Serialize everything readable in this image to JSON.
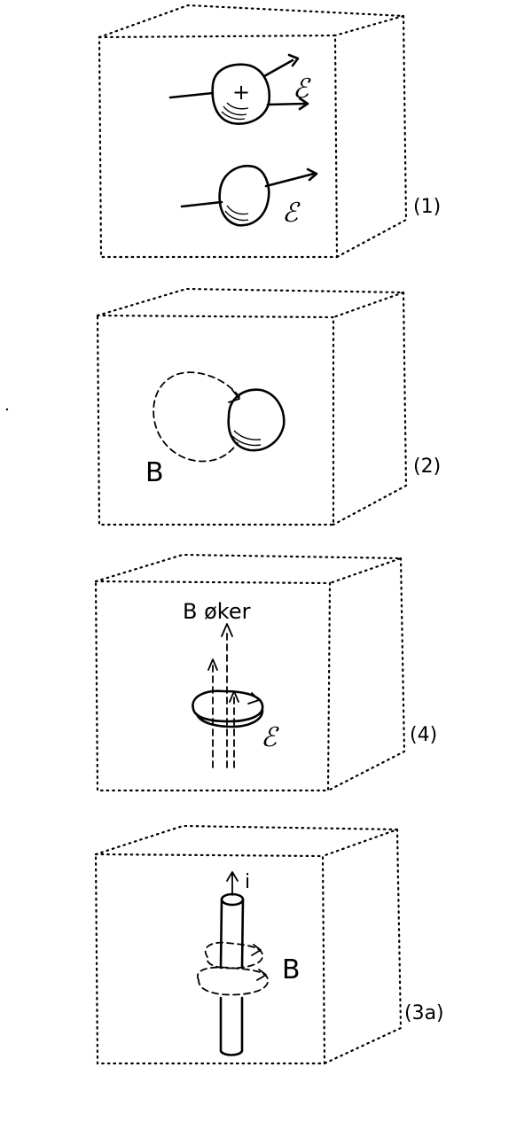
{
  "panels": [
    {
      "id": "1",
      "label": "(1)",
      "symbols": {
        "plus": "+",
        "eps_top": "ℰ",
        "eps_bottom": "ℰ"
      }
    },
    {
      "id": "2",
      "label": "(2)",
      "symbols": {
        "field": "B"
      }
    },
    {
      "id": "4",
      "label": "(4)",
      "symbols": {
        "field_text": "B øker",
        "eps": "ℰ"
      }
    },
    {
      "id": "3a",
      "label": "(3a)",
      "symbols": {
        "current": "i",
        "field": "B"
      }
    }
  ]
}
